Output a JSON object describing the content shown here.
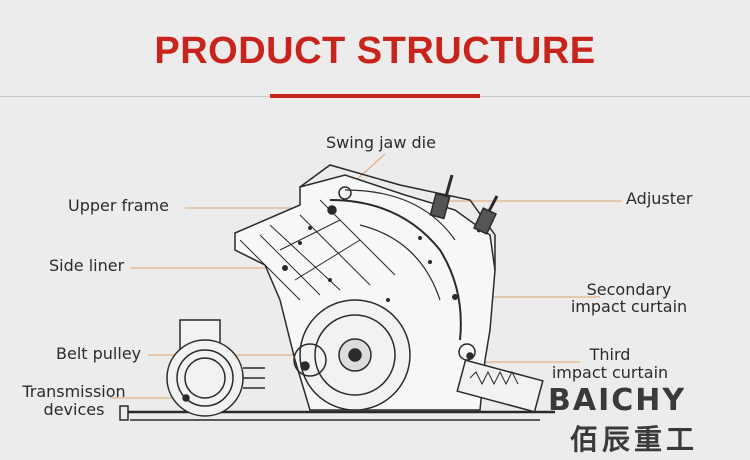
{
  "title": "PRODUCT STRUCTURE",
  "labels": {
    "swing_jaw_die": "Swing jaw die",
    "upper_frame": "Upper frame",
    "adjuster": "Adjuster",
    "side_liner": "Side liner",
    "secondary_curtain": [
      "Secondary",
      "impact curtain"
    ],
    "belt_pulley": "Belt pulley",
    "third_curtain": [
      "Third",
      "impact curtain"
    ],
    "transmission": [
      "Transmission",
      "devices"
    ]
  },
  "brand": {
    "name_en": "BAICHY",
    "name_cn": "佰辰重工"
  },
  "colors": {
    "accent": "#c8241b",
    "background": "#ececec",
    "leader": "#e0a36a"
  }
}
